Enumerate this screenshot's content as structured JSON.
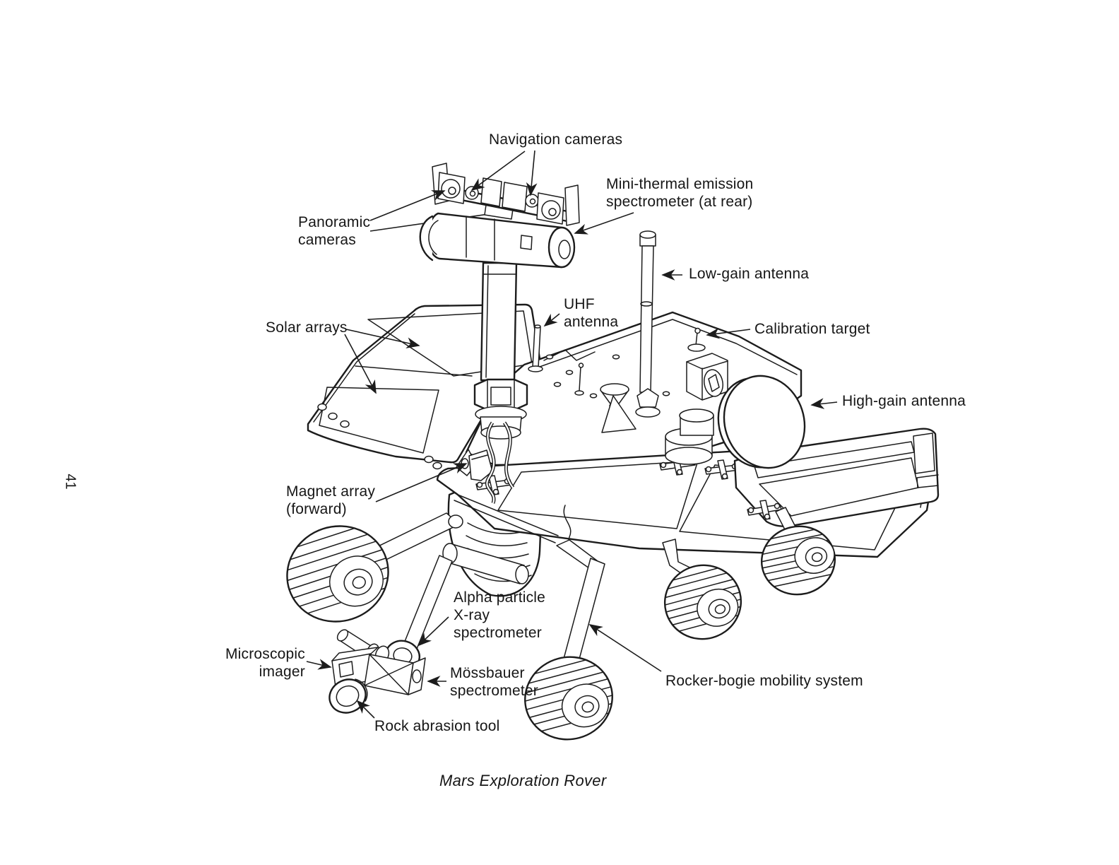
{
  "page": {
    "number": "41",
    "caption": "Mars Exploration Rover"
  },
  "figure": {
    "subject": "Mars Exploration Rover",
    "style": "black-ink line drawing on white",
    "ink_color": "#1c1c1c",
    "paper_color": "#ffffff",
    "labels": {
      "navigation_cameras": "Navigation cameras",
      "panoramic_cameras": "Panoramic\ncameras",
      "mini_tes": "Mini-thermal emission\nspectrometer (at rear)",
      "low_gain_antenna": "Low-gain antenna",
      "uhf_antenna": "UHF\nantenna",
      "solar_arrays": "Solar arrays",
      "calibration_target": "Calibration target",
      "high_gain_antenna": "High-gain antenna",
      "magnet_array": "Magnet array\n(forward)",
      "apxs": "Alpha particle\nX-ray\nspectrometer",
      "microscopic_imager": "Microscopic\nimager",
      "mossbauer": "Mössbauer\nspectrometer",
      "rock_abrasion_tool": "Rock abrasion tool",
      "rocker_bogie": "Rocker-bogie mobility system"
    }
  }
}
